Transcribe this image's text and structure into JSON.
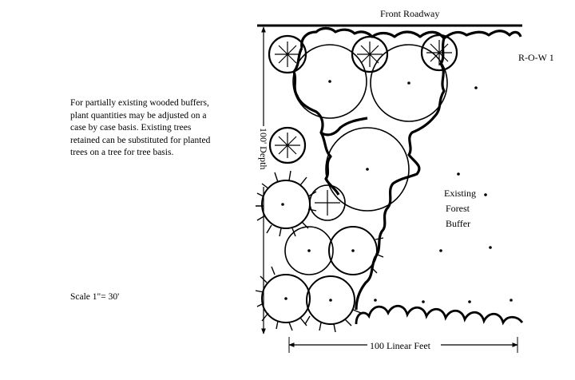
{
  "note": "For partially existing wooded buffers, plant quantities may be adjusted on a case by case basis. Existing trees retained can be substituted for planted trees on a tree for tree basis.",
  "scale": "Scale 1\"= 30'",
  "diagram": {
    "front_roadway": "Front Roadway",
    "row": "R-O-W 1",
    "depth": "100' Depth",
    "width": "100 Linear Feet",
    "forest": [
      "Existing",
      "Forest",
      "Buffer"
    ]
  }
}
